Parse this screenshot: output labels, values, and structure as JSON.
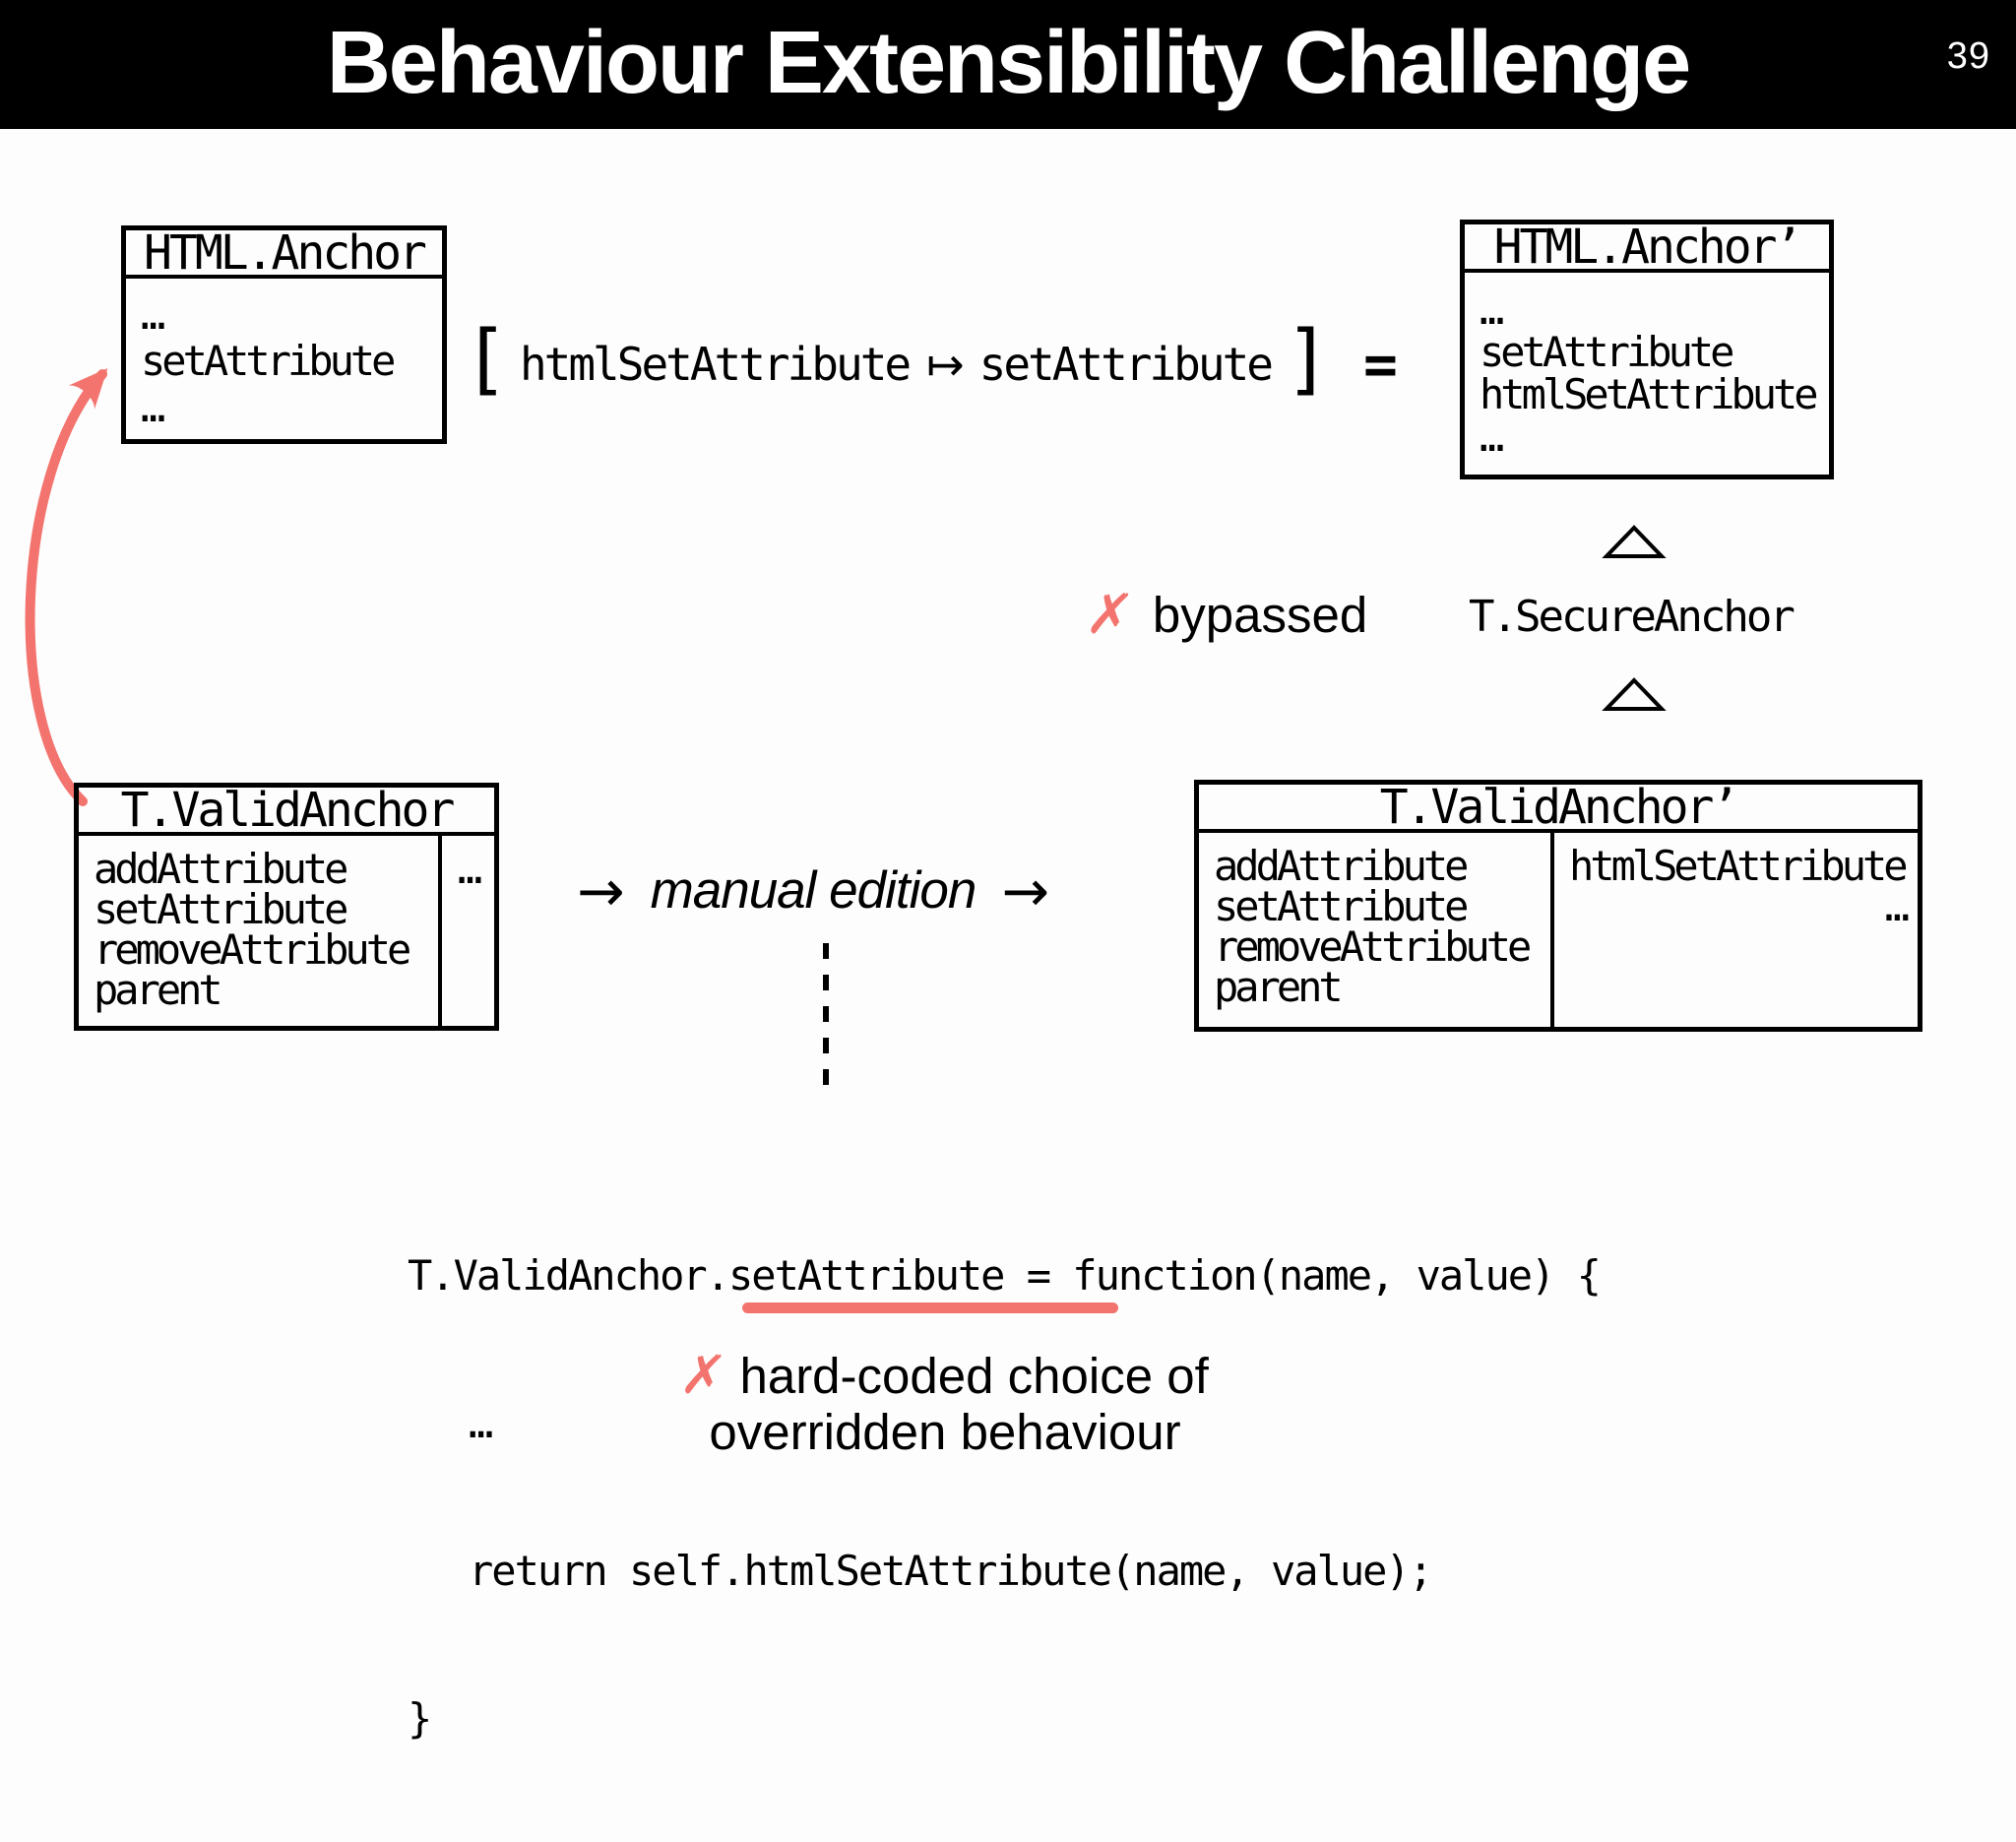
{
  "slide": {
    "title": "Behaviour Extensibility Challenge",
    "page_number": "39"
  },
  "colors": {
    "accent_red": "#f3746e",
    "ink": "#000000",
    "header_bg": "#000000",
    "header_fg": "#ffffff"
  },
  "boxes": {
    "html_anchor": {
      "title": "HTML.Anchor",
      "members": [
        "…",
        "setAttribute",
        "…"
      ]
    },
    "html_anchor_prime": {
      "title": "HTML.Anchor’",
      "members": [
        "…",
        "setAttribute",
        "htmlSetAttribute",
        "…"
      ]
    },
    "valid_anchor": {
      "title": "T.ValidAnchor",
      "members": [
        "addAttribute",
        "setAttribute",
        "removeAttribute",
        "parent"
      ],
      "more": "…"
    },
    "valid_anchor_prime": {
      "title": "T.ValidAnchor’",
      "members": [
        "addAttribute",
        "setAttribute",
        "removeAttribute",
        "parent"
      ],
      "new_members": [
        "htmlSetAttribute"
      ],
      "more": "…"
    }
  },
  "rename_expression": {
    "open_bracket": "[",
    "source": "htmlSetAttribute",
    "maps_to": "↦",
    "target": "setAttribute",
    "close_bracket": "]",
    "equals": "="
  },
  "inheritance": {
    "secure_anchor": "T.SecureAnchor",
    "bypassed": {
      "cross": "✗",
      "label": "bypassed"
    }
  },
  "manual_edition": {
    "arrow_left": "→",
    "label": "manual edition",
    "arrow_right": "→"
  },
  "code": {
    "line1": "T.ValidAnchor.setAttribute = function(name, value) {",
    "line2": "…",
    "line3_prefix": "return self.",
    "line3_highlight": "htmlSetAttribute",
    "line3_suffix": "(name, value);",
    "line4": "}"
  },
  "hardcoded_note": {
    "cross": "✗",
    "line1": "hard-coded choice of",
    "line2": "overridden behaviour"
  }
}
